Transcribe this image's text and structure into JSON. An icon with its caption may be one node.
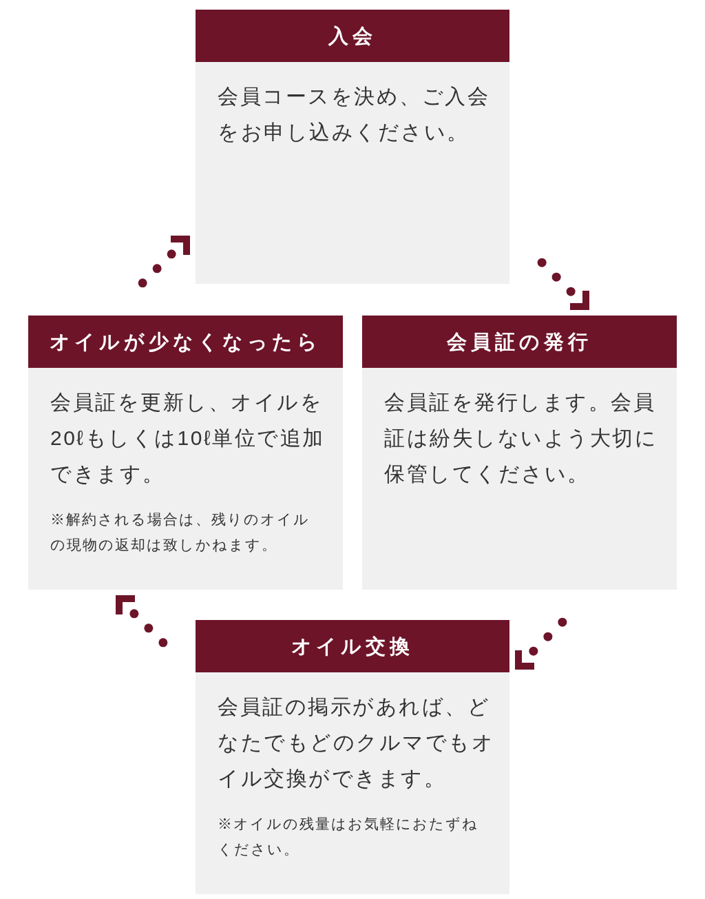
{
  "diagram": {
    "nodes": [
      {
        "text": [
          "入会",
          "会員コースを決め、ご入会をお申し込みください。"
        ]
      },
      {
        "text": [
          "オイルが少なくなったら",
          "会員証を更新し、オイルを20ℓもしくは10ℓ単位で追加できます。",
          "※解約される場合は、残りのオイルの現物の返却は致しかねます。"
        ]
      },
      {
        "text": [
          "会員証の発行",
          "会員証を発行します。会員証は紛失しないよう大切に保管してください。"
        ]
      },
      {
        "text": [
          "オイル交換",
          "会員証の掲示があれば、どなたでもどのクルマでもオイル交換ができます。",
          "※オイルの残量はお気軽におたずねください。"
        ]
      }
    ],
    "edges": [
      {
        "from": 0,
        "to": 2,
        "arrow": "to",
        "style": "dashed"
      },
      {
        "from": 2,
        "to": 3,
        "arrow": "to",
        "style": "dashed"
      },
      {
        "from": 3,
        "to": 1,
        "arrow": "to",
        "style": "dashed"
      },
      {
        "from": 1,
        "to": 0,
        "arrow": "to",
        "style": "dashed"
      }
    ]
  }
}
